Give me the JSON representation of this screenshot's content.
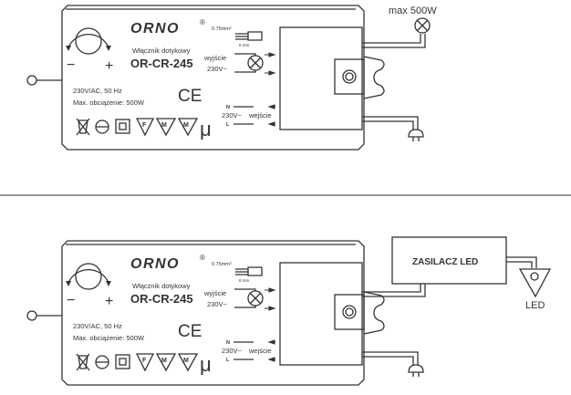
{
  "device": {
    "brand": "ORNO",
    "registered": "®",
    "wire_section": "0.75mm²",
    "strip_length": "8 mm",
    "product_type": "Włącznik dotykowy",
    "model": "OR-CR-245",
    "output_label": "wyjście",
    "output_voltage": "230V~",
    "minus": "−",
    "plus": "+",
    "supply": "230V/AC, 50 Hz",
    "max_load": "Max. obciążenie: 500W",
    "ce_mark": "CE",
    "neutral": "N",
    "line": "L",
    "input_voltage": "230V~",
    "input_label": "wejście",
    "symbol_f": "F",
    "symbol_m": "M",
    "symbol_mu": "μ"
  },
  "top_diagram": {
    "lamp_label": "max 500W"
  },
  "bottom_diagram": {
    "driver_label": "ZASILACZ LED",
    "led_label": "LED"
  },
  "colors": {
    "line": "#333333",
    "background": "#ffffff"
  }
}
